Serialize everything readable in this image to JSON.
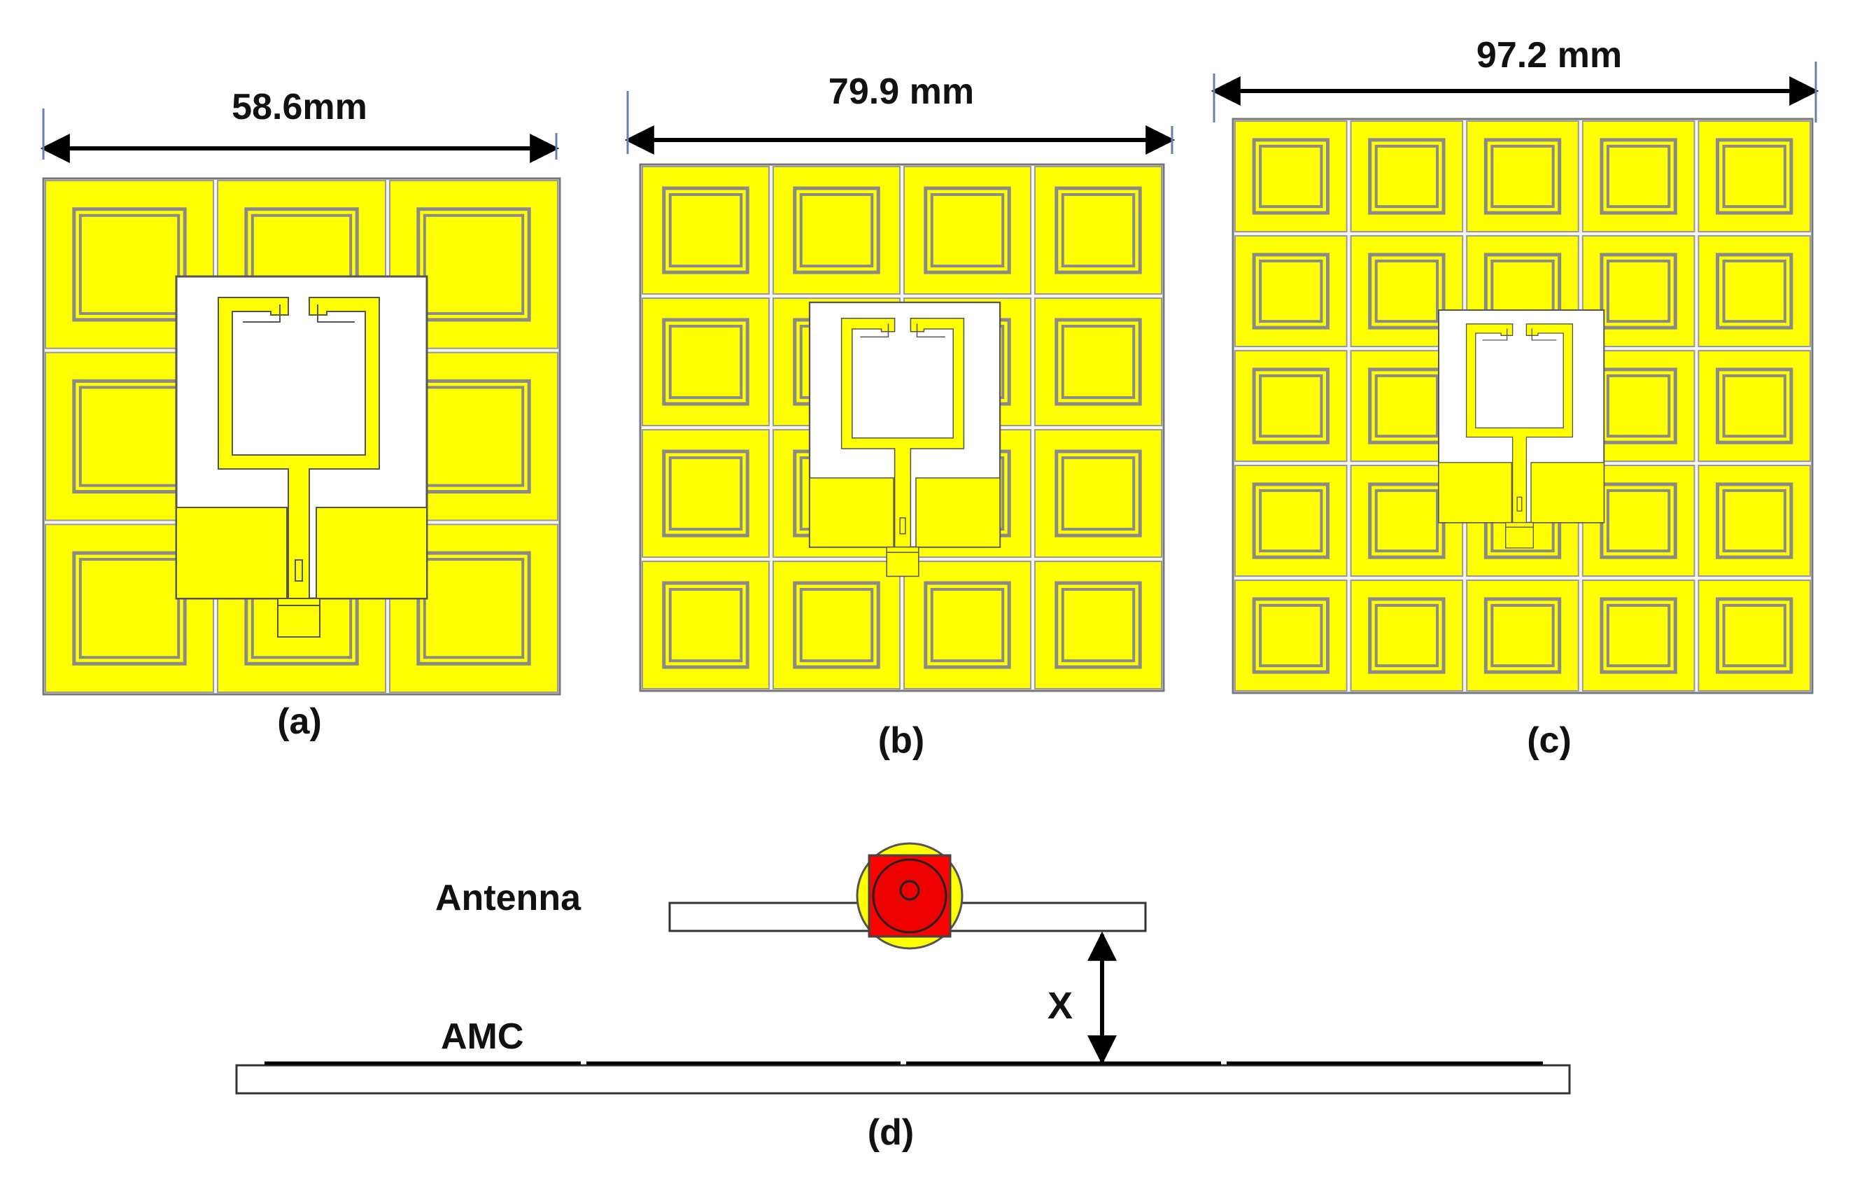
{
  "panels": [
    {
      "id": "a",
      "dimension_label": "58.6mm",
      "caption": "(a)",
      "grid": 3
    },
    {
      "id": "b",
      "dimension_label": "79.9 mm",
      "caption": "(b)",
      "grid": 4
    },
    {
      "id": "c",
      "dimension_label": "97.2 mm",
      "caption": "(c)",
      "grid": 5
    }
  ],
  "side_view": {
    "antenna_label": "Antenna",
    "amc_label": "AMC",
    "gap_label": "X",
    "caption": "(d)"
  },
  "colors": {
    "amc_patch": "#FFFF00",
    "ring_stroke": "#8a8a8a",
    "substrate": "#ffffff",
    "connector_outer": "#FFFF00",
    "connector_inner": "#FF0000",
    "arrow": "#000000"
  }
}
